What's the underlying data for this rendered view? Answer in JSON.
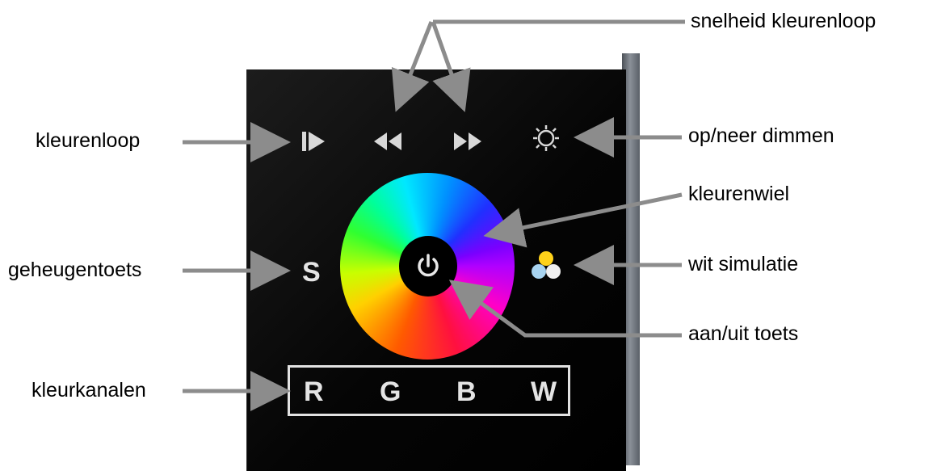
{
  "device": {
    "channels": [
      "R",
      "G",
      "B",
      "W"
    ],
    "memory_key": "S"
  },
  "callouts": {
    "speed": "snelheid kleurenloop",
    "color_loop": "kleurenloop",
    "dim": "op/neer dimmen",
    "wheel": "kleurenwiel",
    "memory": "geheugentoets",
    "white_sim": "wit simulatie",
    "power": "aan/uit toets",
    "channels": "kleurkanalen"
  },
  "colors": {
    "arrow": "#8c8c8c",
    "panel": "#000000",
    "glyph": "#d8d8d8"
  },
  "icons": [
    "play-icon",
    "rewind-icon",
    "fast-forward-icon",
    "brightness-icon",
    "power-icon",
    "white-simulation-icon"
  ]
}
